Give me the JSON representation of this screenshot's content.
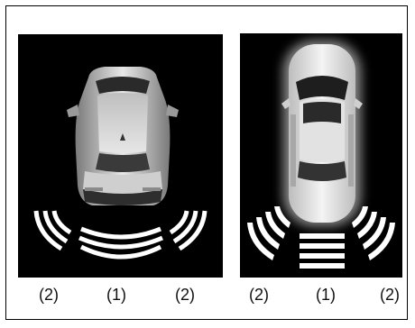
{
  "figure": {
    "left_panel": {
      "labels": [
        "(2)",
        "(1)",
        "(2)"
      ]
    },
    "right_panel": {
      "labels": [
        "(2)",
        "(1)",
        "(2)"
      ]
    }
  },
  "colors": {
    "frame": "#000000",
    "panel_background": "#000000",
    "sensor_arcs": "#ffffff",
    "car_body": "#d8d8d8"
  },
  "icons": [
    "car-rear-view-icon",
    "car-top-view-icon",
    "sensor-arcs-icon"
  ]
}
